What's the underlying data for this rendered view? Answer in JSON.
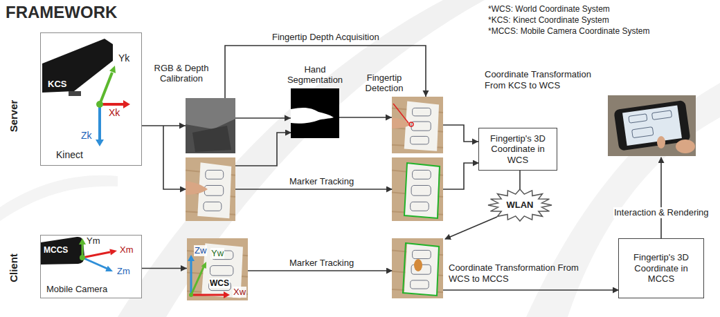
{
  "diagram": {
    "title": "FRAMEWORK",
    "nodes": [
      {
        "text": [
          "KCS",
          "Yk",
          "Xk",
          "Zk",
          "Kinect"
        ]
      },
      {
        "text": [
          "MCCS",
          "Ym",
          "Xm",
          "Zm",
          "Mobile Camera"
        ]
      },
      {
        "text": [
          "RGB & Depth Calibration"
        ]
      },
      {
        "text": [
          "Hand Segmentation"
        ]
      },
      {
        "text": [
          "Fingertip Detection"
        ]
      },
      {
        "text": [
          "Fingertip's 3D Coordinate in WCS"
        ]
      },
      {
        "text": [
          "WLAN"
        ]
      },
      {
        "text": [
          "Zw",
          "Yw",
          "WCS",
          "Xw"
        ]
      },
      {
        "text": [
          "Fingertip's 3D Coordinate in MCCS"
        ]
      }
    ],
    "edges": [
      {
        "from": 0,
        "to": 2,
        "arrow": "to"
      },
      {
        "from": 2,
        "to": 3,
        "arrow": "to"
      },
      {
        "from": 2,
        "to": 4,
        "label": "Fingertip Depth Acquisition",
        "arrow": "to"
      },
      {
        "from": 3,
        "to": 4,
        "arrow": "to"
      },
      {
        "from": 4,
        "to": 5,
        "label": "Coordinate Transformation From KCS to WCS",
        "arrow": "to"
      },
      {
        "from": 5,
        "to": 6,
        "arrow": "none"
      },
      {
        "from": 1,
        "to": 7,
        "arrow": "to"
      }
    ],
    "labels": [
      "*WCS: World Coordinate System",
      "*KCS: Kinect Coordinate System",
      "*MCCS: Mobile Camera Coordinate System",
      "Server",
      "Client",
      "Marker Tracking",
      "Marker Tracking",
      "Coordinate Transformation From WCS to MCCS",
      "Interaction & Rendering"
    ]
  }
}
